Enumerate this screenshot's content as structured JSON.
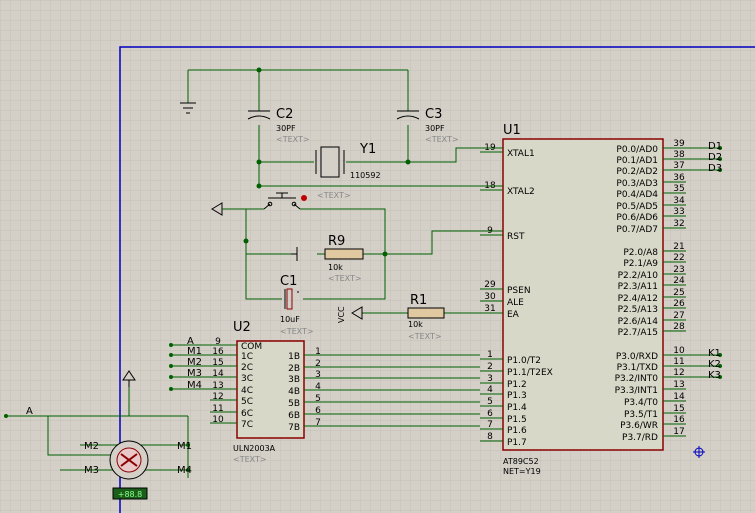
{
  "components": {
    "c2": {
      "ref": "C2",
      "value": "30PF",
      "tag": "<TEXT>"
    },
    "c3": {
      "ref": "C3",
      "value": "30PF",
      "tag": "<TEXT>"
    },
    "y1": {
      "ref": "Y1",
      "value": "110592"
    },
    "r9": {
      "ref": "R9",
      "value": "10k",
      "tag": "<TEXT>"
    },
    "c1": {
      "ref": "C1",
      "value": "10uF",
      "tag": "<TEXT>"
    },
    "r1": {
      "ref": "R1",
      "value": "10k",
      "tag": "<TEXT>"
    },
    "sw": {
      "tag": "<TEXT>"
    },
    "vcc": "VCC",
    "u1": {
      "ref": "U1",
      "part": "AT89C52",
      "net": "NET=Y19"
    },
    "u2": {
      "ref": "U2",
      "part": "ULN2003A",
      "tag": "<TEXT>",
      "com": "COM"
    },
    "motor": {
      "readout": "+88.8"
    }
  },
  "u1_left_pins": [
    {
      "num": "19",
      "name": "XTAL1"
    },
    {
      "num": "18",
      "name": "XTAL2"
    },
    {
      "num": "9",
      "name": "RST"
    },
    {
      "num": "29",
      "name": "PSEN"
    },
    {
      "num": "30",
      "name": "ALE"
    },
    {
      "num": "31",
      "name": "EA"
    },
    {
      "num": "1",
      "name": "P1.0/T2"
    },
    {
      "num": "2",
      "name": "P1.1/T2EX"
    },
    {
      "num": "3",
      "name": "P1.2"
    },
    {
      "num": "4",
      "name": "P1.3"
    },
    {
      "num": "5",
      "name": "P1.4"
    },
    {
      "num": "6",
      "name": "P1.5"
    },
    {
      "num": "7",
      "name": "P1.6"
    },
    {
      "num": "8",
      "name": "P1.7"
    }
  ],
  "u1_right_pins": [
    {
      "num": "39",
      "name": "P0.0/AD0"
    },
    {
      "num": "38",
      "name": "P0.1/AD1"
    },
    {
      "num": "37",
      "name": "P0.2/AD2"
    },
    {
      "num": "36",
      "name": "P0.3/AD3"
    },
    {
      "num": "35",
      "name": "P0.4/AD4"
    },
    {
      "num": "34",
      "name": "P0.5/AD5"
    },
    {
      "num": "33",
      "name": "P0.6/AD6"
    },
    {
      "num": "32",
      "name": "P0.7/AD7"
    },
    {
      "num": "21",
      "name": "P2.0/A8"
    },
    {
      "num": "22",
      "name": "P2.1/A9"
    },
    {
      "num": "23",
      "name": "P2.2/A10"
    },
    {
      "num": "24",
      "name": "P2.3/A11"
    },
    {
      "num": "25",
      "name": "P2.4/A12"
    },
    {
      "num": "26",
      "name": "P2.5/A13"
    },
    {
      "num": "27",
      "name": "P2.6/A14"
    },
    {
      "num": "28",
      "name": "P2.7/A15"
    },
    {
      "num": "10",
      "name": "P3.0/RXD"
    },
    {
      "num": "11",
      "name": "P3.1/TXD"
    },
    {
      "num": "12",
      "name": "P3.2/INT0"
    },
    {
      "num": "13",
      "name": "P3.3/INT1"
    },
    {
      "num": "14",
      "name": "P3.4/T0"
    },
    {
      "num": "15",
      "name": "P3.5/T1"
    },
    {
      "num": "16",
      "name": "P3.6/WR"
    },
    {
      "num": "17",
      "name": "P3.7/RD"
    }
  ],
  "u2_left_pins": [
    {
      "num": "9",
      "name": "COM",
      "net": "A"
    },
    {
      "num": "16",
      "name": "1C",
      "net": "M1"
    },
    {
      "num": "15",
      "name": "2C",
      "net": "M2"
    },
    {
      "num": "14",
      "name": "3C",
      "net": "M3"
    },
    {
      "num": "13",
      "name": "4C",
      "net": "M4"
    },
    {
      "num": "12",
      "name": "5C",
      "net": ""
    },
    {
      "num": "11",
      "name": "6C",
      "net": ""
    },
    {
      "num": "10",
      "name": "7C",
      "net": ""
    }
  ],
  "u2_right_pins": [
    {
      "num": "1",
      "name": "1B"
    },
    {
      "num": "2",
      "name": "2B"
    },
    {
      "num": "3",
      "name": "3B"
    },
    {
      "num": "4",
      "name": "4B"
    },
    {
      "num": "5",
      "name": "5B"
    },
    {
      "num": "6",
      "name": "6B"
    },
    {
      "num": "7",
      "name": "7B"
    }
  ],
  "net_labels": {
    "d1": "D1",
    "d2": "D2",
    "d3": "D3",
    "k1": "K1",
    "k2": "K2",
    "k3": "K3",
    "motor_a": "A",
    "motor_m1": "M1",
    "motor_m2": "M2",
    "motor_m3": "M3",
    "motor_m4": "M4"
  },
  "colors": {
    "background": "#d4d0c8",
    "wire": "#006000",
    "border": "#0000c0",
    "chip": "#8b0000",
    "chip_fill": "#d8d8c8"
  }
}
